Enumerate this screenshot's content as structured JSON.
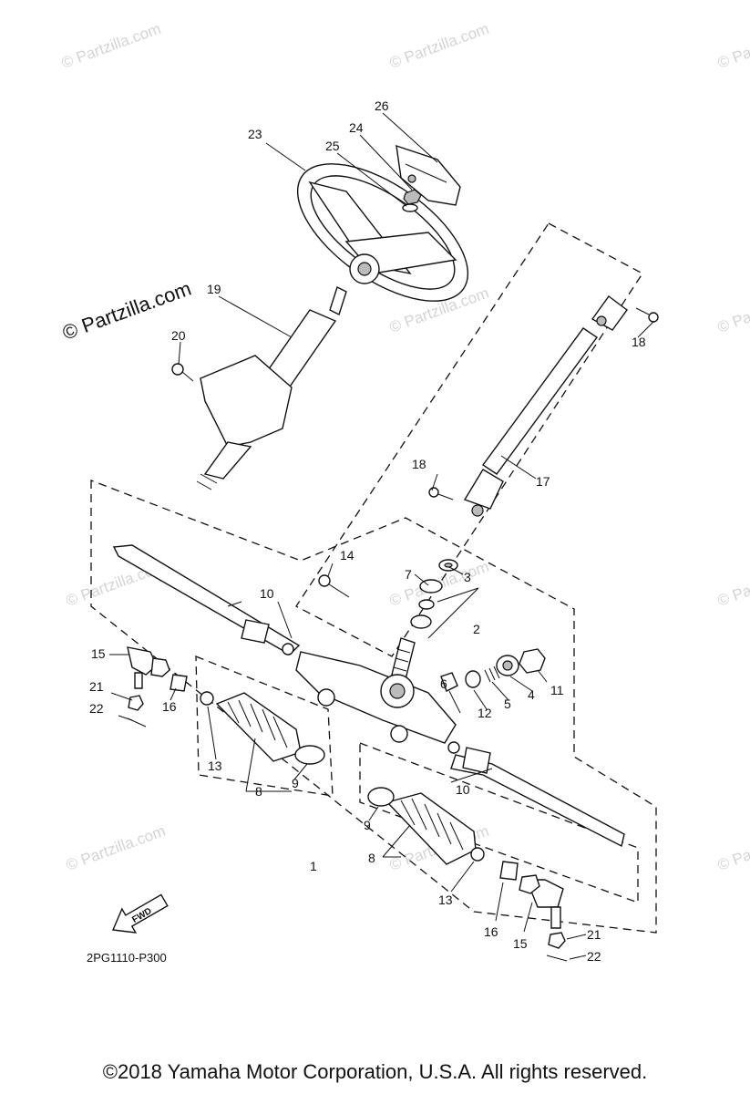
{
  "watermark": "© Partzilla.com",
  "diagram_code": "2PG1110-P300",
  "fwd_label": "FWD",
  "copyright": "©2018 Yamaha Motor Corporation, U.S.A. All rights reserved.",
  "callouts": {
    "c1": "1",
    "c2": "2",
    "c3": "3",
    "c4": "4",
    "c5": "5",
    "c6": "6",
    "c7": "7",
    "c8a": "8",
    "c8b": "8",
    "c9a": "9",
    "c9b": "9",
    "c10a": "10",
    "c10b": "10",
    "c11": "11",
    "c12": "12",
    "c13a": "13",
    "c13b": "13",
    "c14": "14",
    "c15a": "15",
    "c15b": "15",
    "c16a": "16",
    "c16b": "16",
    "c17": "17",
    "c18a": "18",
    "c18b": "18",
    "c19": "19",
    "c20": "20",
    "c21a": "21",
    "c21b": "21",
    "c22a": "22",
    "c22b": "22",
    "c23": "23",
    "c24": "24",
    "c25": "25",
    "c26": "26"
  }
}
